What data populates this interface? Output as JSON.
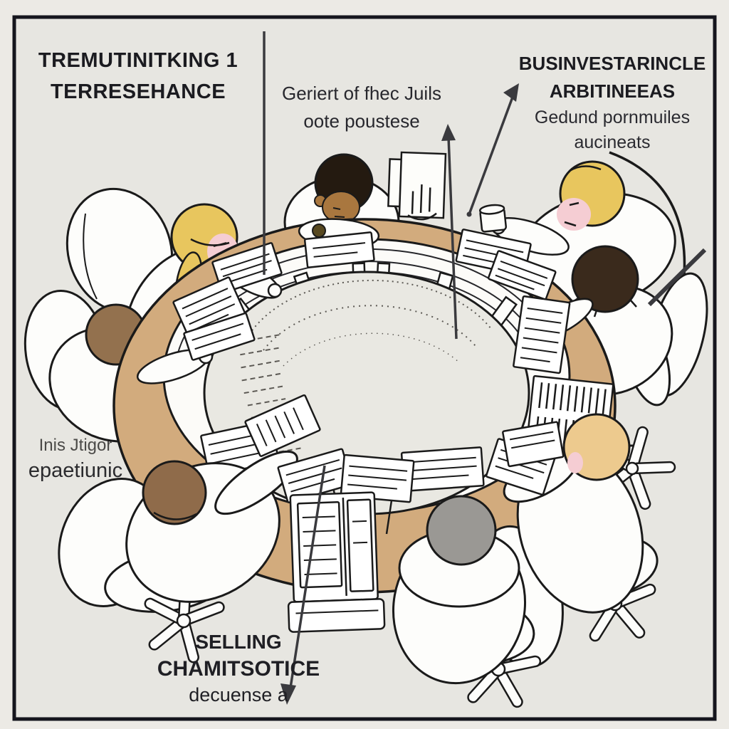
{
  "scene": {
    "description": "Hand-drawn style illustration of eight people in white clothes seated on office chairs around a large circular conference table with a recessed center, covered with papers, annotated with garbled labels and arrows",
    "frame": "black rectangular border"
  },
  "labels": {
    "top_left": {
      "line1": "TREMUTINITKING 1",
      "line2": "TERRESEHANCE"
    },
    "top_center": {
      "line1": "Geriert of fhec Juils",
      "line2": "oote poustese"
    },
    "top_right": {
      "line1": "BUSINVESTARINCLE",
      "line2": "ARBITINEEAS",
      "line3": "Gedund pornmuiles",
      "line4": "aucineats"
    },
    "mid_left": {
      "line1": "Inis Jtigor",
      "line2": "epaetiunic"
    },
    "bottom": {
      "line1": "SELLING",
      "line2": "CHAMITSOTICE",
      "line3": "decuense a"
    }
  },
  "arrows": [
    {
      "name": "vertical-line-left",
      "direction": "none"
    },
    {
      "name": "arrow-up-center",
      "direction": "up"
    },
    {
      "name": "arrow-up-right",
      "direction": "up-right"
    },
    {
      "name": "diagonal-line-right-edge",
      "direction": "none"
    },
    {
      "name": "arrow-down-bottom",
      "direction": "down"
    }
  ],
  "figures": [
    {
      "id": "person-top-center",
      "hair": "black",
      "skin": "brown"
    },
    {
      "id": "person-top-left",
      "hair": "blonde",
      "skin": "pink"
    },
    {
      "id": "person-left",
      "hair": "brown",
      "skin": "pink"
    },
    {
      "id": "person-top-right",
      "hair": "blonde",
      "skin": "pink"
    },
    {
      "id": "person-right",
      "hair": "dark-brown",
      "skin": ""
    },
    {
      "id": "person-bottom-left",
      "hair": "warm-brown",
      "skin": ""
    },
    {
      "id": "person-bottom-center",
      "hair": "gray",
      "skin": ""
    },
    {
      "id": "person-bottom-right",
      "hair": "sandy-blonde",
      "skin": "pink"
    }
  ],
  "colors": {
    "background": "#e7e6e1",
    "frame": "#15151d",
    "outline": "#1a1a1a",
    "table_top": "#d2ab7d",
    "table_band": "#fcfbf8",
    "table_pit": "#e9e8e2",
    "paper": "#ffffff",
    "arrow": "#3a3a3e",
    "skin_pink": "#f5cdd3",
    "skin_brown": "#a9773f",
    "hair_black": "#241a10",
    "hair_blonde": "#e8c65e",
    "hair_sandy": "#edca8e",
    "hair_brown": "#93714e",
    "hair_warm_brown": "#8f6b4a",
    "hair_dark_brown": "#3a2a1c",
    "hair_gray": "#9a9894"
  }
}
